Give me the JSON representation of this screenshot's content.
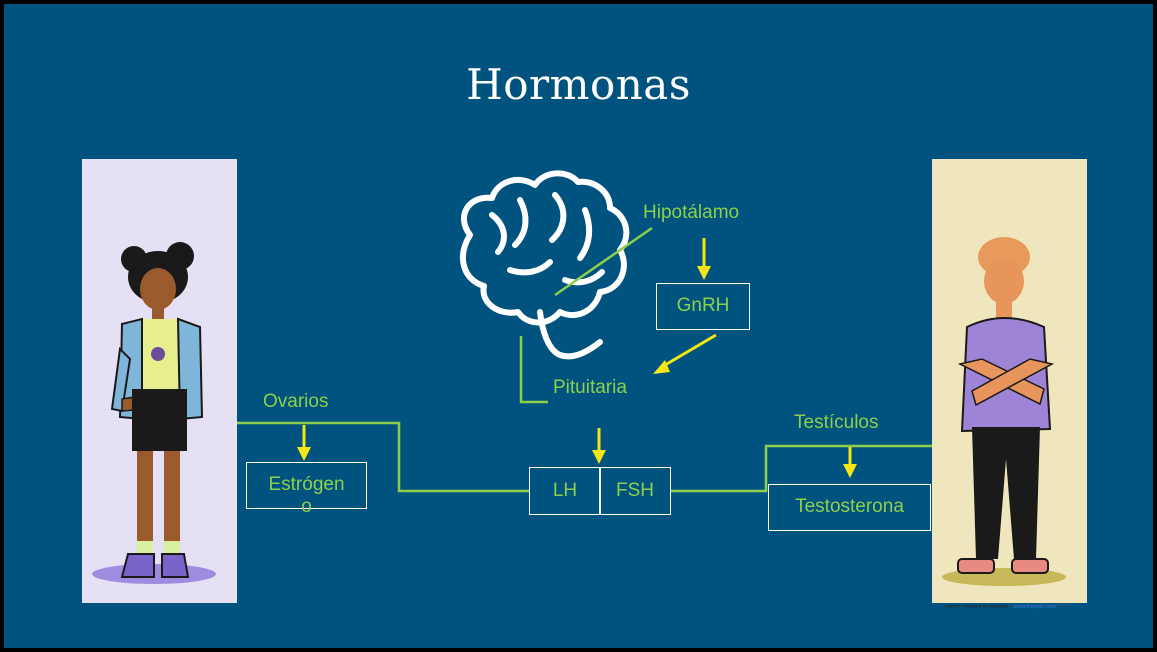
{
  "slide": {
    "title": "Hormonas",
    "background_color": "#00527f"
  },
  "diagram": {
    "brain": "Hipotálamo",
    "gnrh": "GnRH",
    "pituitaria": "Pituitaria",
    "lh": "LH",
    "fsh": "FSH",
    "ovarios": "Ovarios",
    "estrogeno_line1": "Estrógen",
    "estrogeno_line2": "o",
    "testiculos": "Testículos",
    "testosterona": "Testosterona"
  },
  "figures": {
    "left_person": "girl-illustration",
    "right_person": "boy-illustration"
  },
  "credit": {
    "text": "vector created by freepik -",
    "link": "www.freepik.com"
  },
  "colors": {
    "label_green": "#8dcf4a",
    "arrow_yellow": "#f5e614",
    "box_border": "#ffffff",
    "left_panel": "#e6e0f5",
    "right_panel": "#efe6bd"
  }
}
